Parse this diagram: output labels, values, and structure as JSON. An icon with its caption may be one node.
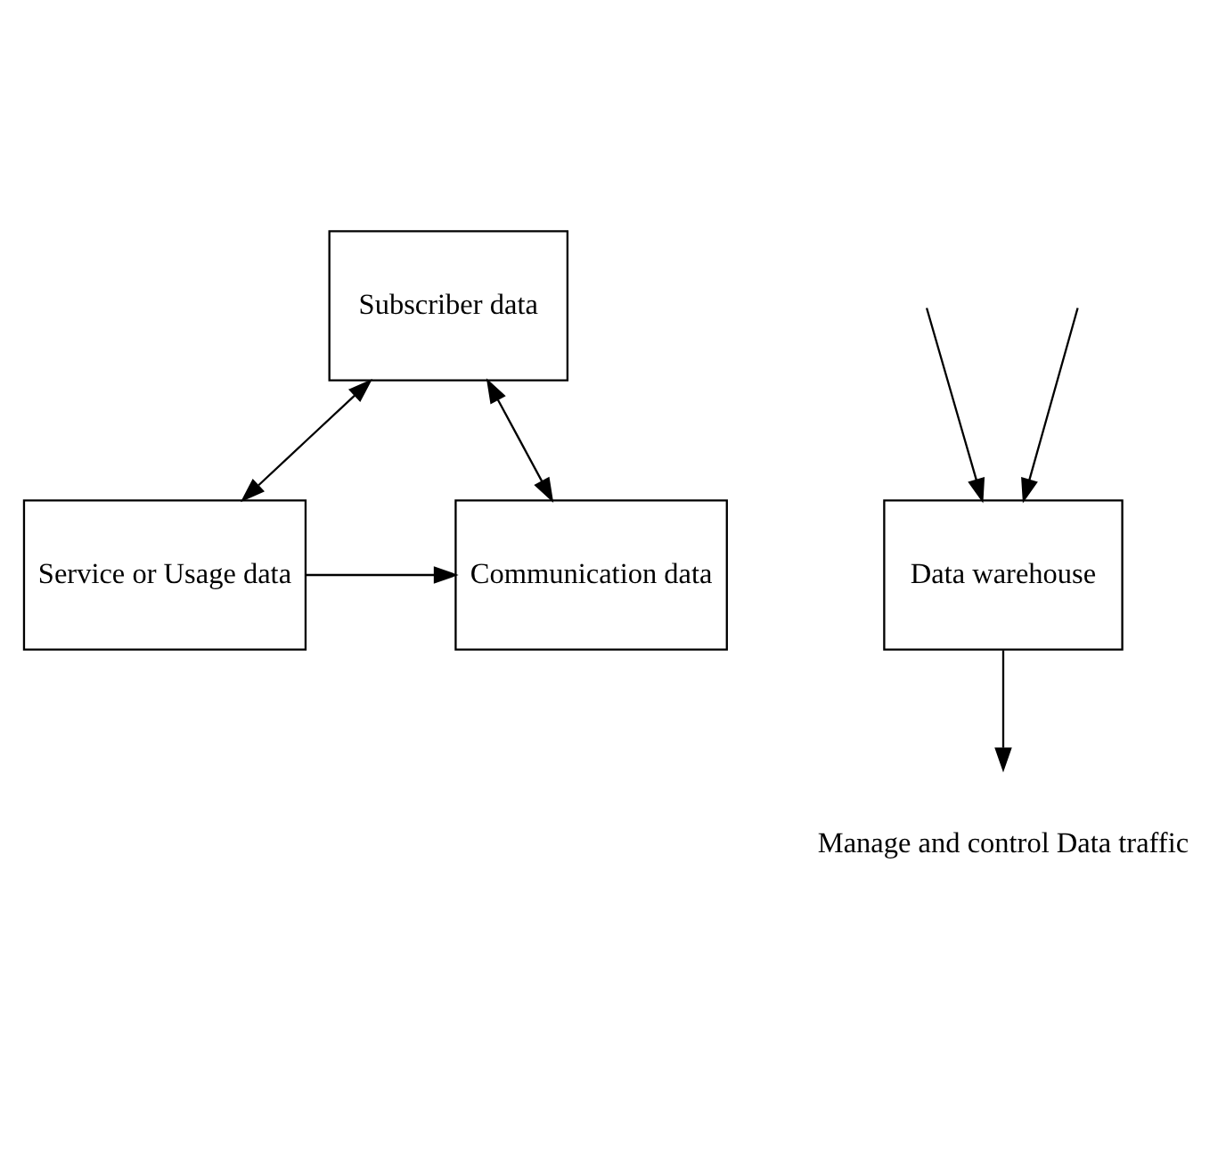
{
  "diagram": {
    "nodes": [
      {
        "text": [
          "Subscriber data"
        ]
      },
      {
        "text": [
          "Data warehouse"
        ]
      },
      {
        "text": [
          "Service or Usage data"
        ]
      },
      {
        "text": [
          "Communication data"
        ]
      },
      {
        "text": [
          "Manage and control Data traffic"
        ]
      }
    ],
    "edges": [
      {
        "from": 0,
        "to": 2,
        "arrow": "both"
      },
      {
        "from": 0,
        "to": 3,
        "arrow": "both"
      },
      {
        "from": null,
        "to": 1,
        "arrow": "to"
      },
      {
        "from": null,
        "to": 1,
        "arrow": "to"
      },
      {
        "from": 2,
        "to": 3,
        "arrow": "to"
      },
      {
        "from": 1,
        "to": 4,
        "arrow": "to"
      }
    ]
  }
}
